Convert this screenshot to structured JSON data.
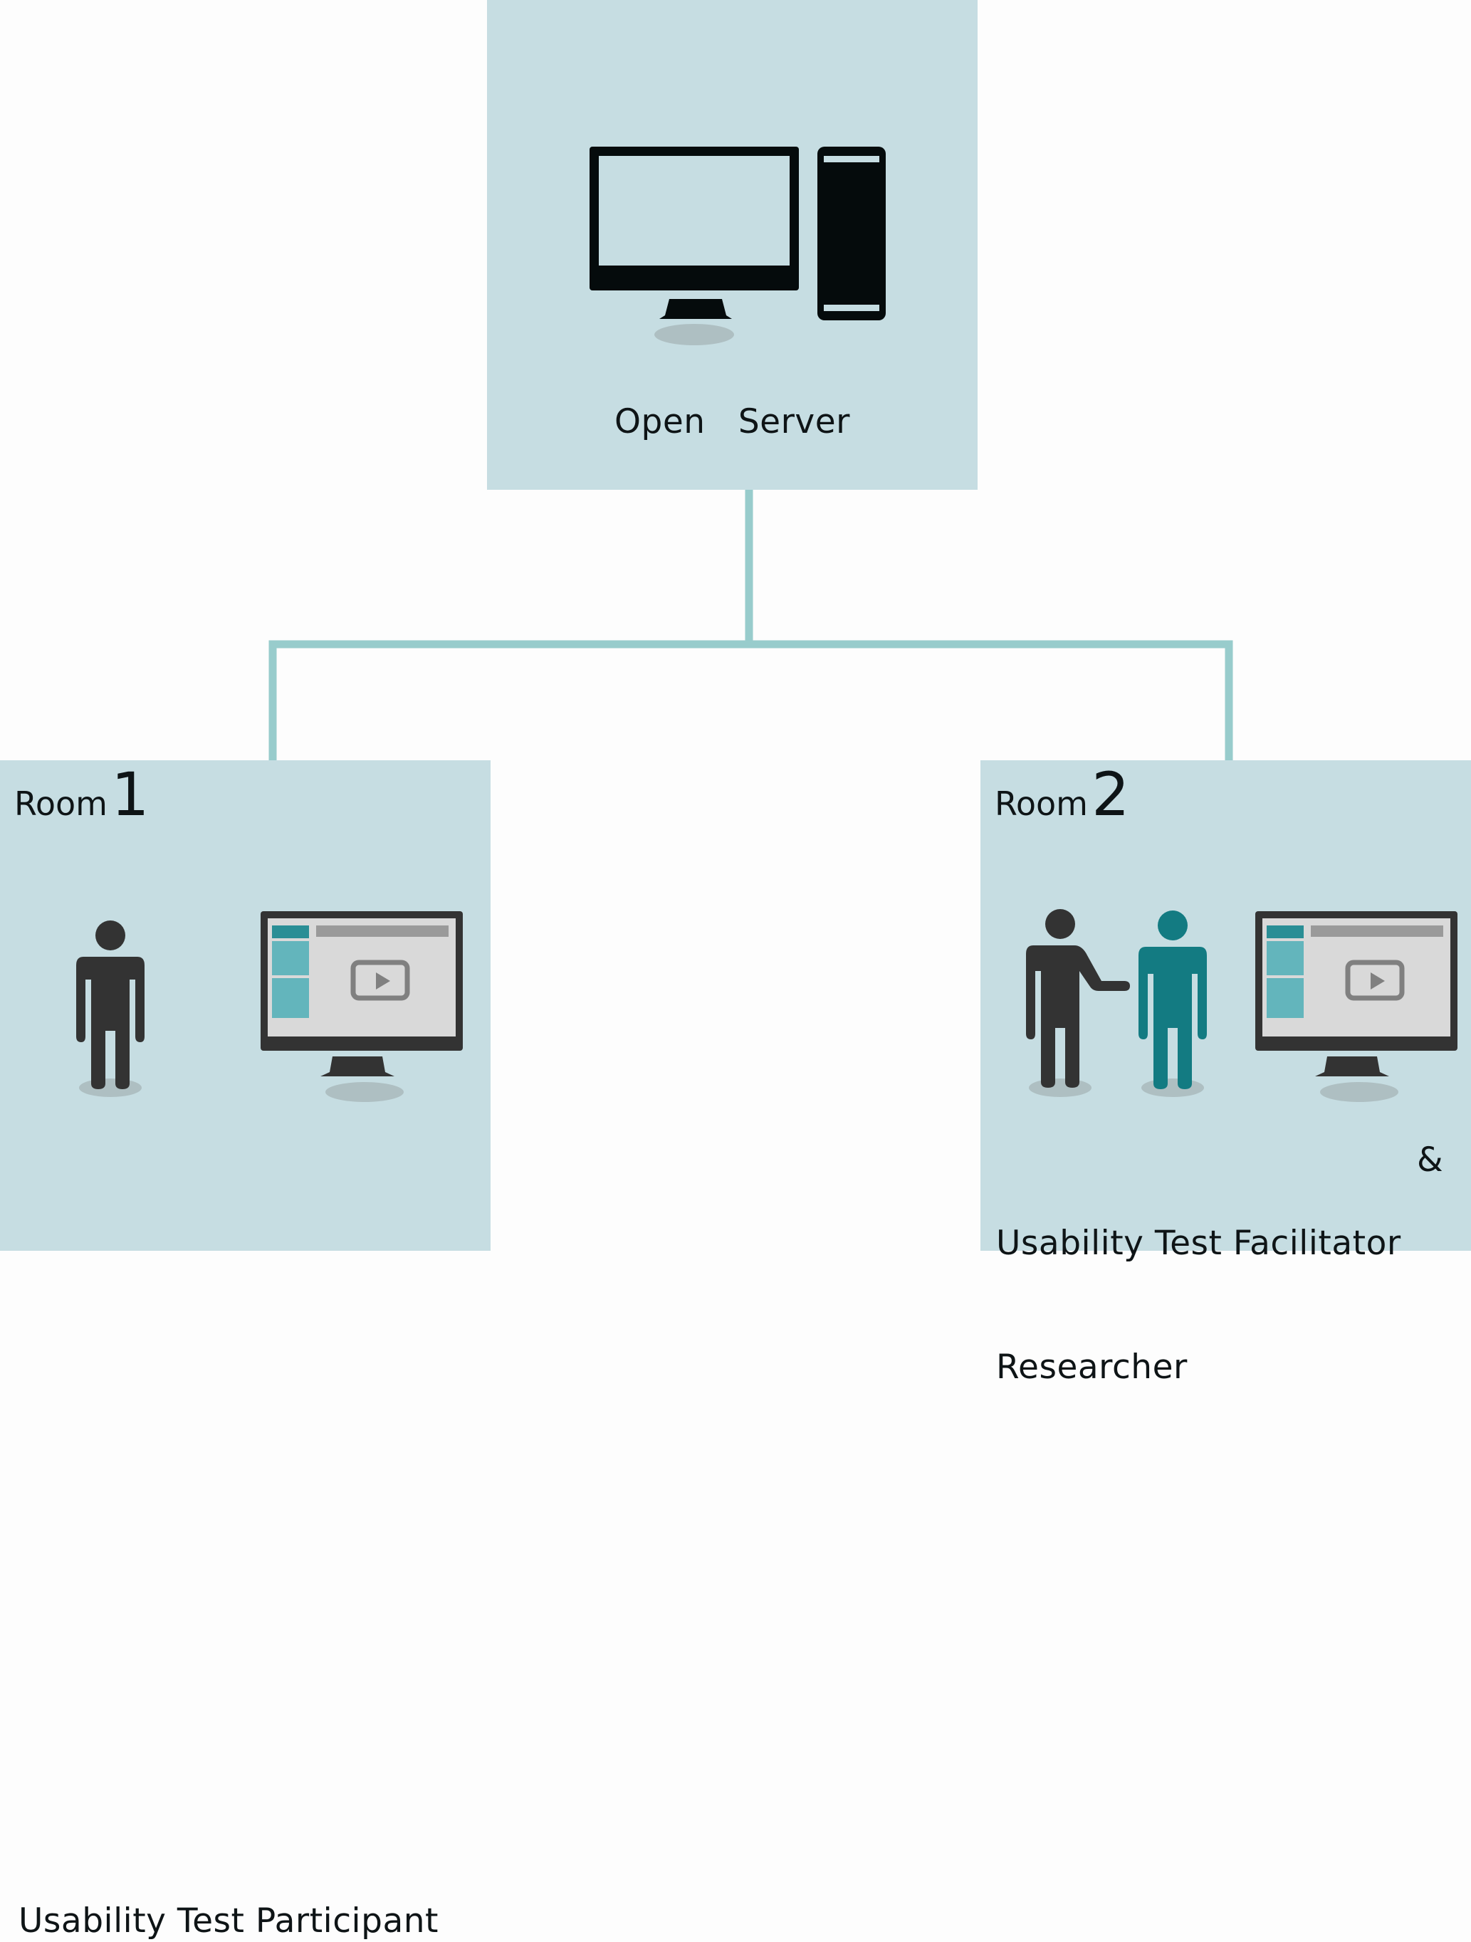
{
  "server": {
    "label": "Open   Server",
    "icon": "desktop-computer-icon"
  },
  "rooms": [
    {
      "word": "Room",
      "number": "1",
      "description": "Usability Test Participant",
      "icons": [
        "person-icon",
        "monitor-video-icon"
      ]
    },
    {
      "word": "Room",
      "number": "2",
      "description_line1": "Usability Test Facilitator",
      "description_amp": "&",
      "description_line2": "Researcher",
      "icons": [
        "pointing-person-icon",
        "person-teal-icon",
        "monitor-video-icon"
      ]
    }
  ],
  "colors": {
    "box": "#c6dde2",
    "connector": "#98cccc",
    "dark": "#333333",
    "teal": "#137b82",
    "screen_sidebar": "#63b5bc",
    "screen_bg": "#d9d9d9"
  }
}
